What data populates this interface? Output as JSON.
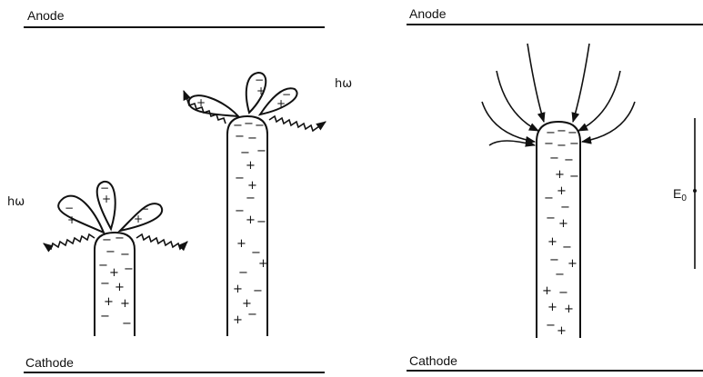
{
  "left_panel": {
    "anode_label": "Anode",
    "cathode_label": "Cathode",
    "photon_label": "hω",
    "photon_label_2": "hω"
  },
  "right_panel": {
    "anode_label": "Anode",
    "cathode_label": "Cathode",
    "field_label": "E",
    "field_subscript": "0"
  },
  "symbols": {
    "minus": "−",
    "plus": "+"
  }
}
